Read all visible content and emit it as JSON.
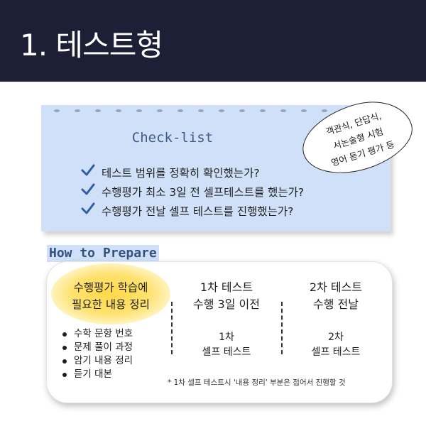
{
  "header": {
    "title": "1. 테스트형"
  },
  "checklist": {
    "title": "Check-list",
    "items": [
      "테스트 범위를 정확히 확인했는가?",
      "수행평가 최소 3일 전 셀프테스트를 했는가?",
      "수행평가 전날 셀프 테스트를 진행했는가?"
    ]
  },
  "sticker": {
    "lines": [
      "객관식, 단답식,",
      "서논술형 시험",
      "영어 듣기 평가 등"
    ]
  },
  "prepare": {
    "label": "How to Prepare",
    "col1": {
      "title_lines": [
        "수행평가 학습에",
        "필요한 내용 정리"
      ],
      "bullets": [
        "수학 문항 번호",
        "문제 풀이 과정",
        "암기 내용 정리",
        "듣기 대본"
      ]
    },
    "col2": {
      "head_lines": [
        "1차 테스트",
        "수행 3일 이전"
      ],
      "sub_lines": [
        "1차",
        "셀프 테스트"
      ]
    },
    "col3": {
      "head_lines": [
        "2차 테스트",
        "수행 전날"
      ],
      "sub_lines": [
        "2차",
        "셀프 테스트"
      ]
    },
    "footnote": "* 1차 셀프 테스트시 '내용 정리' 부분은 접어서 진행할 것"
  },
  "colors": {
    "header_bg": "#1c1f36",
    "card_bg": "#cfe0f8",
    "check_mark": "#2f5fa8",
    "highlight": "#ffd94a"
  }
}
